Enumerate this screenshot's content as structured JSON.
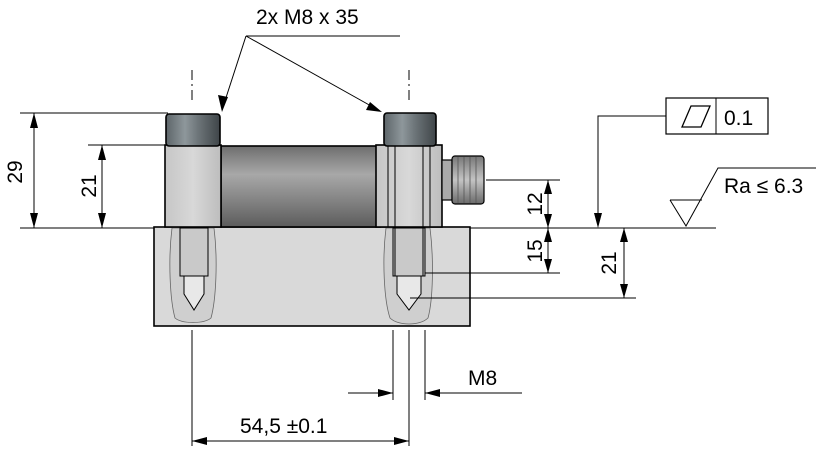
{
  "drawing": {
    "screw_callout": "2x M8 x 35",
    "dim_height_total": "29",
    "dim_height_part": "21",
    "dim_right_top": "12",
    "dim_right_mid": "15",
    "dim_right_depth": "21",
    "flatness_value": "0.1",
    "roughness_label": "Ra ≤ 6.3",
    "thread_label": "M8",
    "spacing_label": "54,5 ±0.1"
  }
}
